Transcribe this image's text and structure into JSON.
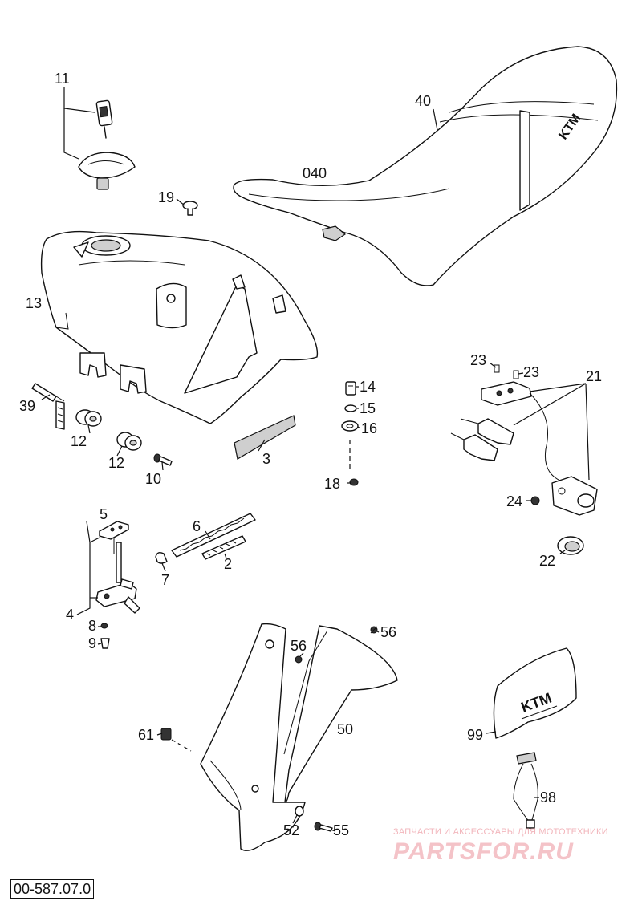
{
  "diagram": {
    "code": "00-587.07.0",
    "labels": {
      "p11": "11",
      "p40": "40",
      "p040": "040",
      "p19": "19",
      "p13": "13",
      "p39": "39",
      "p12a": "12",
      "p12b": "12",
      "p10": "10",
      "p3": "3",
      "p14": "14",
      "p15": "15",
      "p16": "16",
      "p18": "18",
      "p23a": "23",
      "p23b": "23",
      "p21": "21",
      "p24": "24",
      "p22": "22",
      "p5": "5",
      "p6": "6",
      "p2": "2",
      "p7": "7",
      "p4": "4",
      "p8": "8",
      "p9": "9",
      "p56a": "56",
      "p56b": "56",
      "p50": "50",
      "p61": "61",
      "p52": "52",
      "p55": "55",
      "p99": "99",
      "p98": "98"
    }
  },
  "watermark": {
    "tagline": "ЗАПЧАСТИ И АКСЕССУАРЫ ДЛЯ МОТОТЕХНИКИ",
    "logo": "PARTSFOR.RU"
  }
}
